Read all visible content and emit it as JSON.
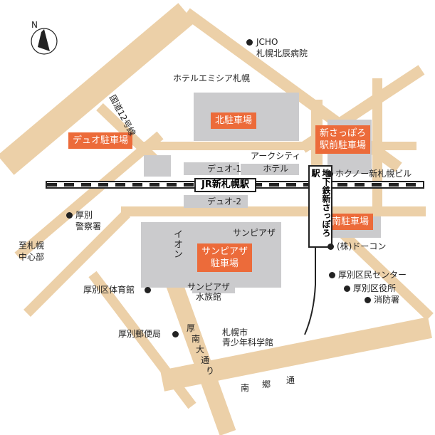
{
  "compass": {
    "north": "N"
  },
  "station": {
    "name": "JR新札幌駅"
  },
  "subway": {
    "name": "地下鉄新さっぽろ駅"
  },
  "parking": {
    "north": "北駐車場",
    "duo": "デュオ駐車場",
    "shinsapporo_1": "新さっぽろ",
    "shinsapporo_2": "駅前駐車場",
    "south": "南駐車場",
    "sunpiazza_1": "サンピアザ",
    "sunpiazza_2": "駐車場"
  },
  "buildings": {
    "duo1": "デュオ-1",
    "duo2": "デュオ-2",
    "arcscity_1": "アークシティ",
    "arcscity_2": "ホテル",
    "hotel_emisia": "ホテルエミシア札幌",
    "aeon": "イオン",
    "sunpiazza": "サンピアザ",
    "aquarium_1": "サンピアザ",
    "aquarium_2": "水族館",
    "science_1": "札幌市",
    "science_2": "青少年科学館"
  },
  "pois": {
    "jcho_1": "JCHO",
    "jcho_2": "札幌北辰病院",
    "hokuno": "ホクノー新札幌ビル",
    "police_1": "厚別",
    "police_2": "警察署",
    "center_1": "至札幌",
    "center_2": "中心部",
    "docon": "(株)ドーコン",
    "gym": "厚別区体育館",
    "civic": "厚別区民センター",
    "ward": "厚別区役所",
    "fire": "消防署",
    "post": "厚別郵便局"
  },
  "roads": {
    "route12": "国道12号線",
    "atsubetsu_parts": [
      "厚",
      "南",
      "大",
      "通",
      "り"
    ],
    "nango_parts": [
      "南",
      "郷",
      "通"
    ]
  },
  "colors": {
    "road": "#ecd0a8",
    "building": "#cbcbcd",
    "parking": "#ec6b3a",
    "rail": "#222222"
  }
}
